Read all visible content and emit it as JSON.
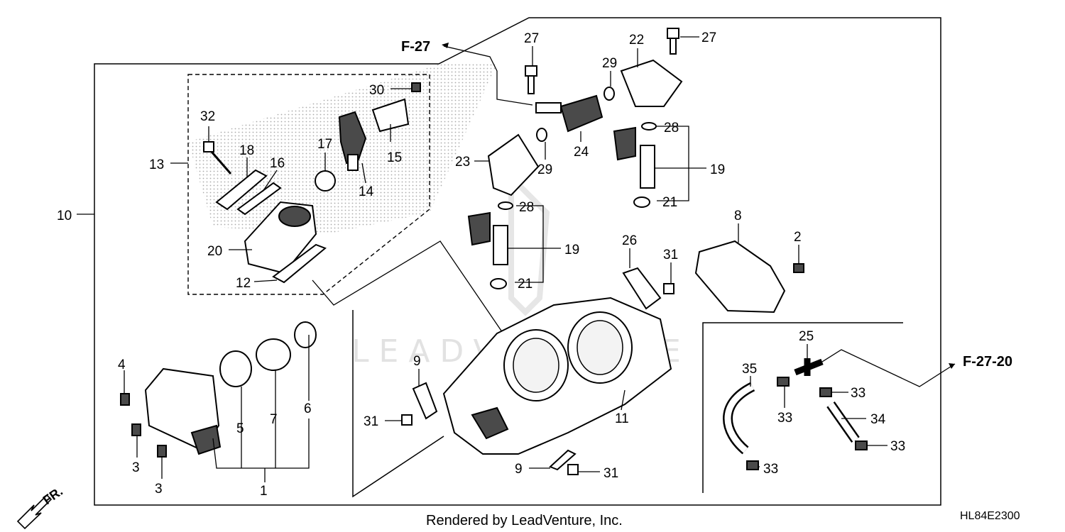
{
  "watermark": "LEADVENTURE",
  "footer": "Rendered by LeadVenture, Inc.",
  "diagram_code": "HL84E2300",
  "front_indicator": "FR.",
  "references": {
    "top": "F-27",
    "right": "F-27-20"
  },
  "callouts": {
    "c1": "1",
    "c2": "2",
    "c3a": "3",
    "c3b": "3",
    "c4": "4",
    "c5": "5",
    "c6": "6",
    "c7": "7",
    "c8": "8",
    "c9a": "9",
    "c9b": "9",
    "c10": "10",
    "c11": "11",
    "c12": "12",
    "c13": "13",
    "c14": "14",
    "c15": "15",
    "c16": "16",
    "c17": "17",
    "c18": "18",
    "c19a": "19",
    "c19b": "19",
    "c20": "20",
    "c21a": "21",
    "c21b": "21",
    "c22": "22",
    "c23": "23",
    "c24": "24",
    "c25": "25",
    "c26": "26",
    "c27a": "27",
    "c27b": "27",
    "c28a": "28",
    "c28b": "28",
    "c29a": "29",
    "c29b": "29",
    "c30": "30",
    "c31a": "31",
    "c31b": "31",
    "c31c": "31",
    "c32": "32",
    "c33a": "33",
    "c33b": "33",
    "c33c": "33",
    "c33d": "33",
    "c34": "34",
    "c35": "35"
  }
}
